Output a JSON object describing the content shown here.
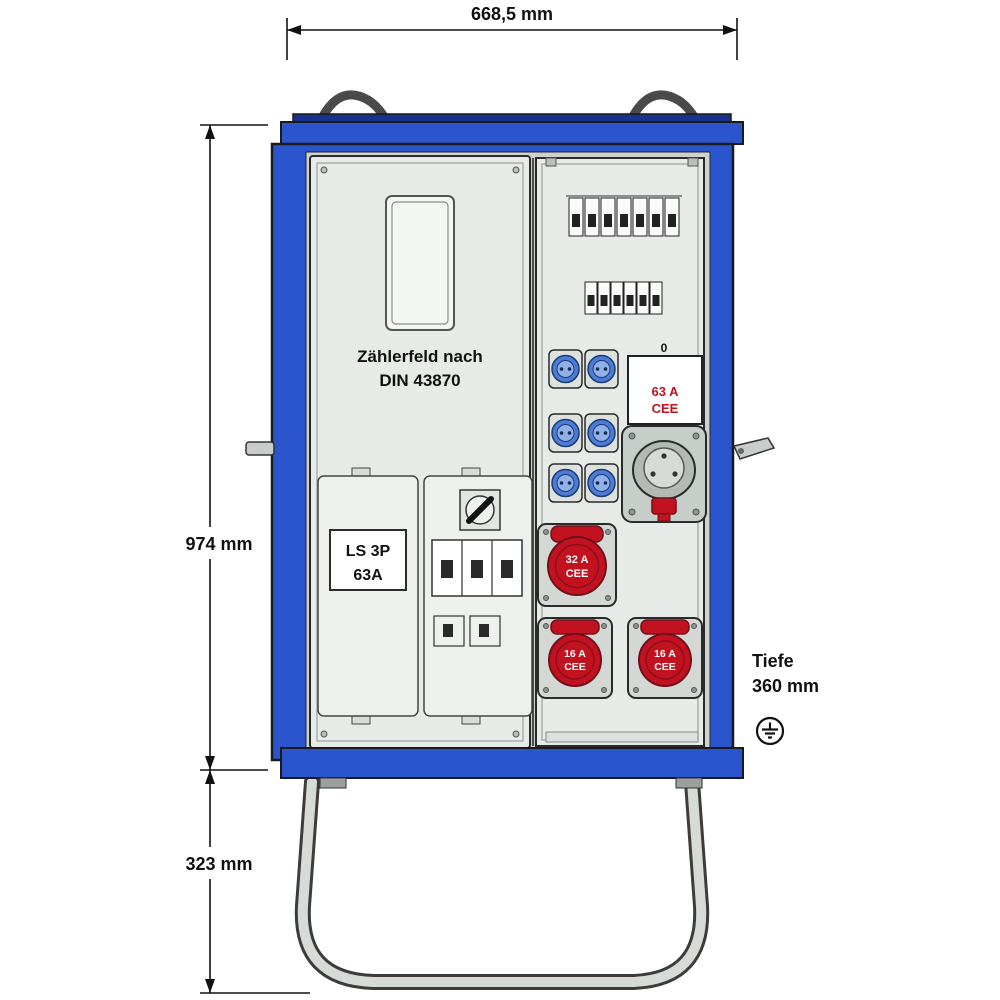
{
  "dimensions": {
    "width": "668,5 mm",
    "height": "974 mm",
    "stand_height": "323 mm",
    "depth_line1": "Tiefe",
    "depth_line2": "360 mm"
  },
  "cabinet": {
    "meter_field_line1": "Zählerfeld nach",
    "meter_field_line2": "DIN 43870",
    "main_switch_line1": "LS 3P",
    "main_switch_line2": "63A",
    "interlock_marker": "0",
    "cee63_label_line1": "63 A",
    "cee63_label_line2": "CEE",
    "cee32_label_line1": "32 A",
    "cee32_label_line2": "CEE",
    "cee16_label_line1": "16 A",
    "cee16_label_line2": "CEE"
  },
  "colors": {
    "cabinet_blue": "#2B55CC",
    "cabinet_blue_dark": "#17338F",
    "panel_gray": "#E7EBE8",
    "cee_red": "#C2121F",
    "socket_blue": "#4C7CD6",
    "tube_gray": "#D7DBD8",
    "outline": "#1A1A1A"
  }
}
